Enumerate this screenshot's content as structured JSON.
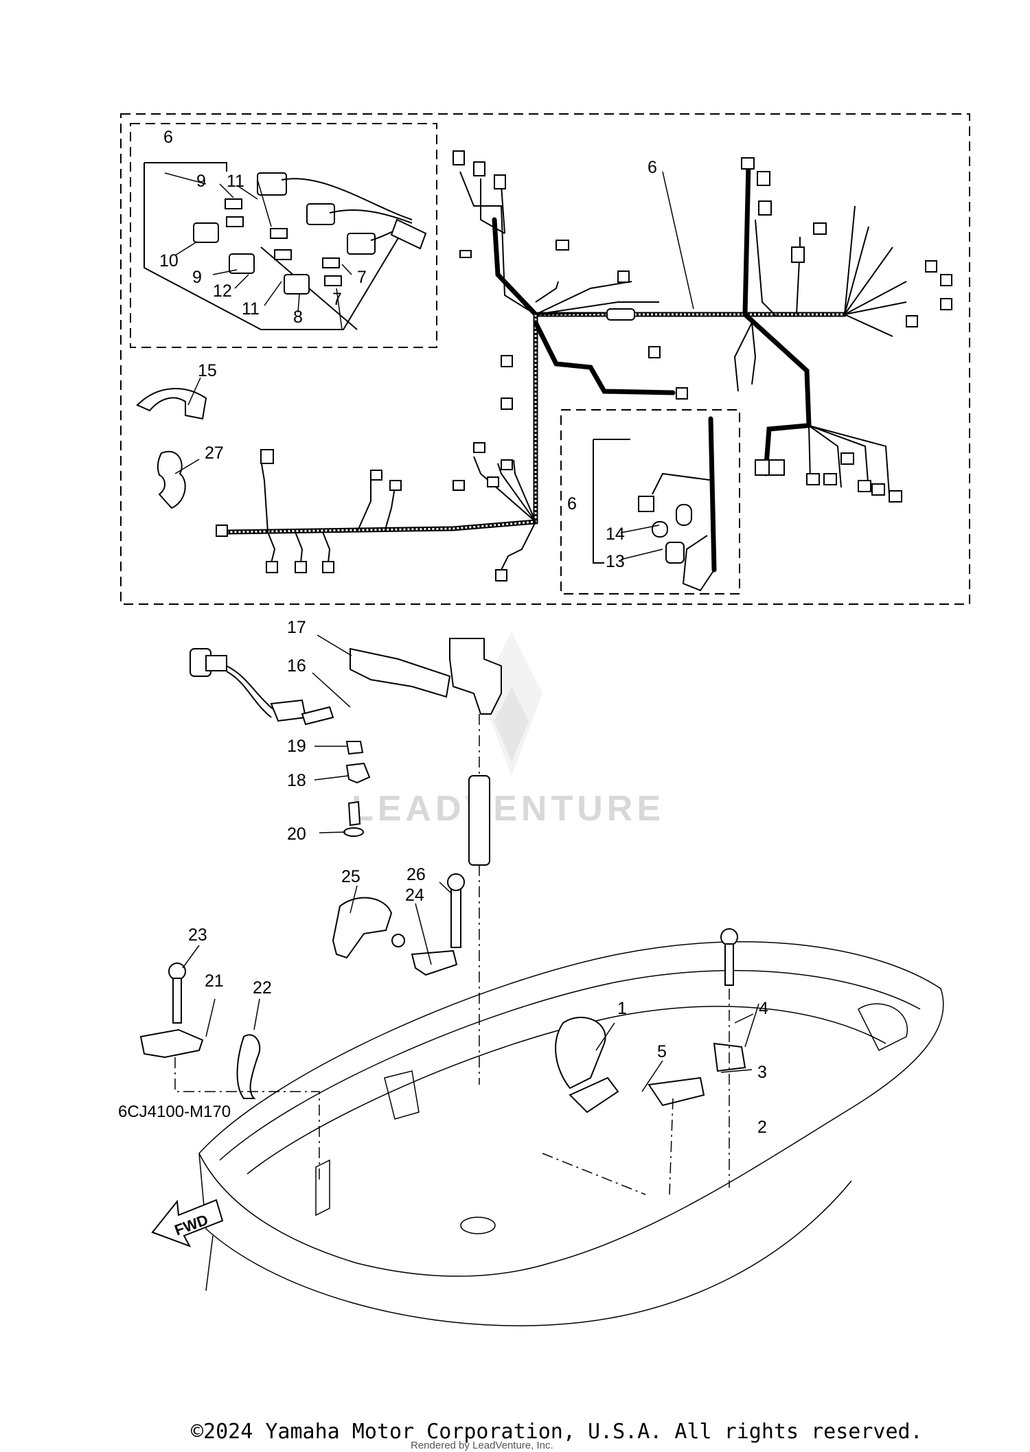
{
  "diagram": {
    "code": "6CJ4100-M170",
    "direction_arrow": "FWD",
    "part_callouts": [
      "1",
      "2",
      "3",
      "4",
      "5",
      "6",
      "7",
      "8",
      "9",
      "10",
      "11",
      "12",
      "13",
      "14",
      "15",
      "16",
      "17",
      "18",
      "19",
      "20",
      "21",
      "22",
      "23",
      "24",
      "25",
      "26",
      "27"
    ],
    "inset_callouts": {
      "connector_inset": [
        "6",
        "9",
        "11",
        "10",
        "9",
        "12",
        "11",
        "8",
        "7",
        "7"
      ],
      "sensor_inset": [
        "6",
        "14",
        "13"
      ]
    }
  },
  "watermark": {
    "text": "LEADVENTURE"
  },
  "footer": {
    "copyright": "©2024 Yamaha Motor Corporation, U.S.A. All rights reserved.",
    "rendered_by": "Rendered by LeadVenture, Inc."
  }
}
